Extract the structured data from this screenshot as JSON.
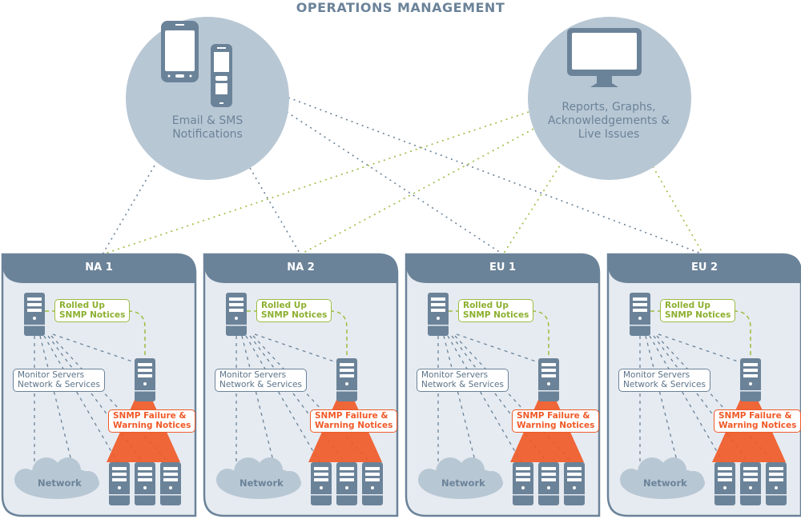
{
  "title": "OPERATIONS MANAGEMENT",
  "nodes": {
    "notifications": {
      "label_line1": "Email & SMS",
      "label_line2": "Notifications",
      "icons": [
        "smartphone-icon",
        "flip-phone-icon"
      ]
    },
    "reports": {
      "label_line1": "Reports, Graphs,",
      "label_line2": "Acknowledgements &",
      "label_line3": "Live Issues",
      "icons": [
        "monitor-icon"
      ]
    }
  },
  "panels": [
    {
      "name": "NA 1"
    },
    {
      "name": "NA 2"
    },
    {
      "name": "EU 1"
    },
    {
      "name": "EU 2"
    }
  ],
  "panel_labels": {
    "rolled_up_1": "Rolled Up",
    "rolled_up_2": "SNMP Notices",
    "monitor_1": "Monitor Servers",
    "monitor_2": "Network & Services",
    "failure_1": "SNMP Failure &",
    "failure_2": "Warning Notices",
    "network": "Network"
  },
  "colors": {
    "slate": "#6b8399",
    "circle": "#b8c7d4",
    "panel_bg": "#e6ebf1",
    "green": "#9cbd3f",
    "orange": "#f05a28"
  }
}
